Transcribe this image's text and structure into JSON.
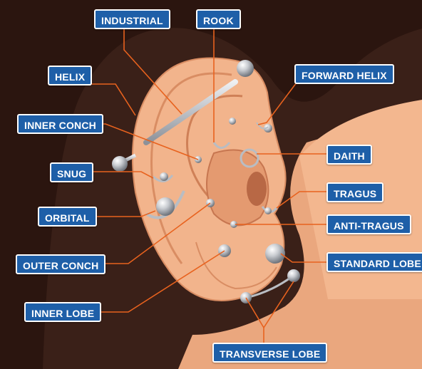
{
  "colors": {
    "label_bg": "#1e5fa8",
    "label_border": "#ffffff",
    "leader_line": "#e8621e",
    "skin": "#f0b994",
    "hair": "#3a2018",
    "jewelry": "#c8ccd2"
  },
  "labels": {
    "industrial": "INDUSTRIAL",
    "rook": "ROOK",
    "helix": "HELIX",
    "forward_helix": "FORWARD HELIX",
    "inner_conch": "INNER CONCH",
    "daith": "DAITH",
    "snug": "SNUG",
    "tragus": "TRAGUS",
    "orbital": "ORBITAL",
    "anti_tragus": "ANTI-TRAGUS",
    "outer_conch": "OUTER CONCH",
    "standard_lobe": "STANDARD LOBE",
    "inner_lobe": "INNER LOBE",
    "transverse_lobe": "TRANSVERSE LOBE"
  }
}
